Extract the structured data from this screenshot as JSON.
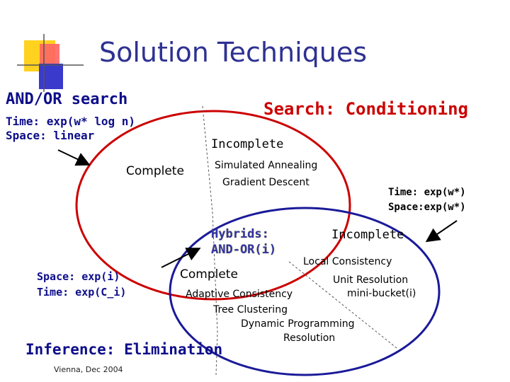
{
  "slide": {
    "title": "Solution Techniques",
    "andor_heading": "AND/OR search",
    "andor_time": "Time: exp(w* log n)",
    "andor_space": "Space: linear",
    "conditioning_heading": "Search: Conditioning",
    "incomplete_top": "Incomplete",
    "complete_left": "Complete",
    "sim_annealing": "Simulated Annealing",
    "gradient_descent": "Gradient Descent",
    "cond_time": "Time: exp(w*)",
    "cond_space": "Space:exp(w*)",
    "hybrids_line1": "Hybrids:",
    "hybrids_line2": "AND-OR(i)",
    "incomplete_right": "Incomplete",
    "local_consistency": "Local Consistency",
    "space_expi": "Space: exp(i)",
    "time_expci": "Time: exp(C_i)",
    "complete_bottom": "Complete",
    "unit_resolution": "Unit Resolution",
    "mini_bucket": "mini-bucket(i)",
    "adaptive_consistency": "Adaptive Consistency",
    "tree_clustering": "Tree Clustering",
    "dynamic_programming": "Dynamic Programming",
    "resolution": "Resolution",
    "inference_heading": "Inference: Elimination",
    "footer": "Vienna, Dec 2004"
  },
  "colors": {
    "title": "#2e3192",
    "heading_blue": "#0d0d8a",
    "conditioning_red": "#cc0000",
    "red_ellipse": "#cc0000",
    "blue_ellipse": "#1a1a99",
    "logo_yellow": "#ffd21f",
    "logo_red": "#ff4d4d",
    "logo_blue": "#3333cc"
  }
}
